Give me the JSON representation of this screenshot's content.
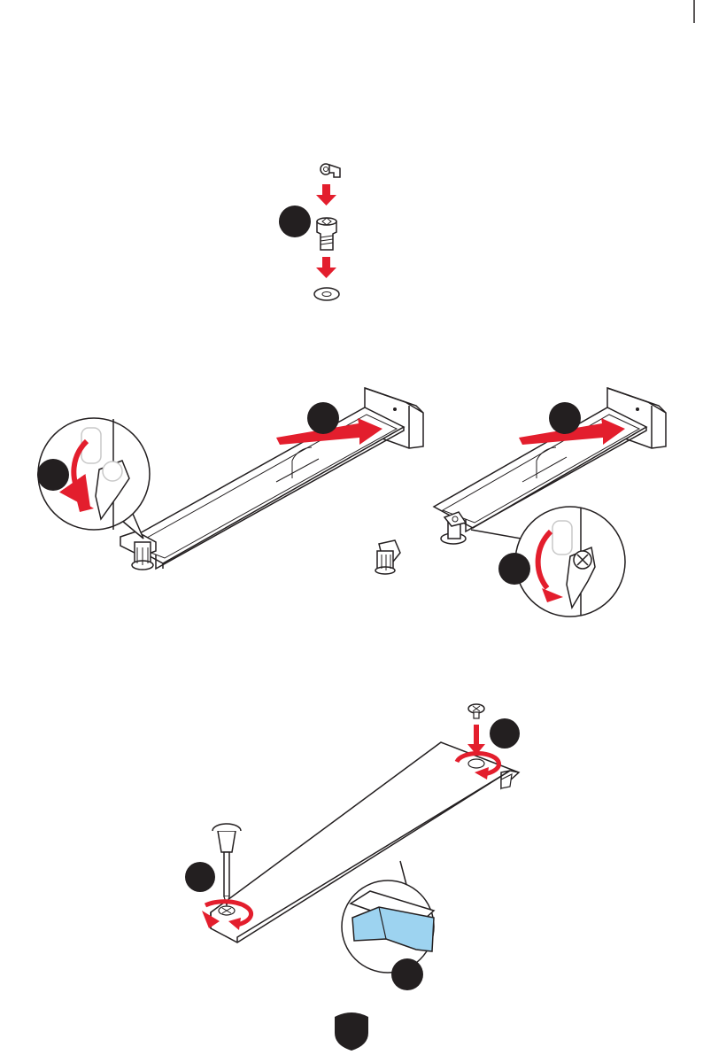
{
  "page": {
    "background": "#ffffff",
    "accent": "#e31e2d",
    "line_color": "#231f20",
    "highlight_color": "#9dd3f0"
  },
  "figures": [
    {
      "name": "standoff-assembly",
      "icons": [
        "ez-clip-icon",
        "down-arrow-icon",
        "standoff-icon",
        "down-arrow-icon",
        "washer-icon"
      ]
    },
    {
      "name": "ssd-insert-left",
      "icons": [
        "m2-slot-icon",
        "insert-arrow-icon",
        "clip-rotate-icon"
      ]
    },
    {
      "name": "ssd-insert-right",
      "icons": [
        "m2-slot-icon",
        "insert-arrow-icon",
        "screw-clip-rotate-icon"
      ]
    },
    {
      "name": "ssd-screw-down",
      "icons": [
        "screwdriver-icon",
        "screw-icon",
        "rotate-arrow-icon",
        "protective-film-icon"
      ]
    }
  ],
  "footer": {
    "icon": "shield-logo-icon"
  }
}
